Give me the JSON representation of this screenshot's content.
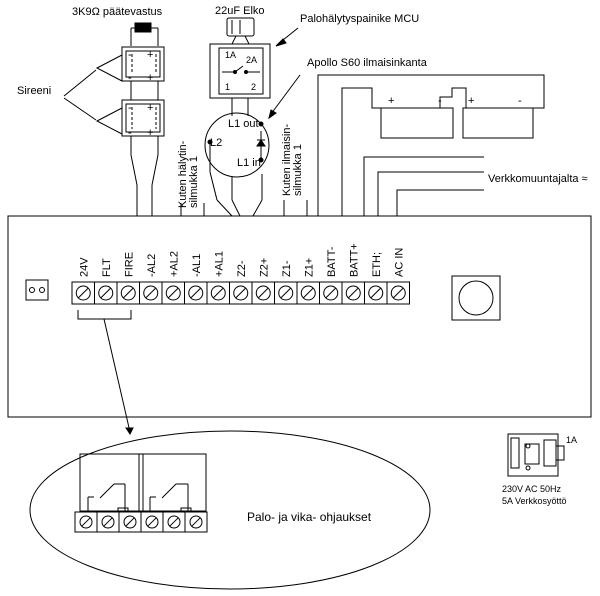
{
  "labels": {
    "resistor": "3K9Ω päätevastus",
    "capacitor": "22uF Elko",
    "mcu": "Palohälytyspainike MCU",
    "apollo": "Apollo S60 ilmaisinkanta",
    "sirens": "Sireeni",
    "network": "Verkkomuuntajalta ≈",
    "alarm_loop": [
      "Kuten hälytin-",
      "silmukka 1"
    ],
    "detector_loop": [
      "Kuten ilmaisin-",
      "silmukka 1"
    ],
    "relay_callout": "Palo- ja vika- ohjaukset",
    "mains_line1": "230V AC 50Hz",
    "mains_line2": "5A Verkkosyöttö",
    "fuse_rating": "1A"
  },
  "mcu_labels": {
    "contact_1a": "1A",
    "contact_2a": "2A",
    "pin1": "1",
    "pin2": "2"
  },
  "detector_labels": {
    "l1_out": "L1 out",
    "l2": "L2",
    "l1_in": "L1 in"
  },
  "siren_terminals": {
    "minus": "-",
    "plus": "+"
  },
  "battery_terminals": {
    "plus": "+",
    "minus": "-"
  },
  "terminals": [
    "24V",
    "FLT",
    "FIRE",
    "-AL2",
    "+AL2",
    "-AL1",
    "+AL1",
    "Z2-",
    "Z2+",
    "Z1-",
    "Z1+",
    "BATT-",
    "BATT+",
    "ETH;",
    "AC IN"
  ]
}
